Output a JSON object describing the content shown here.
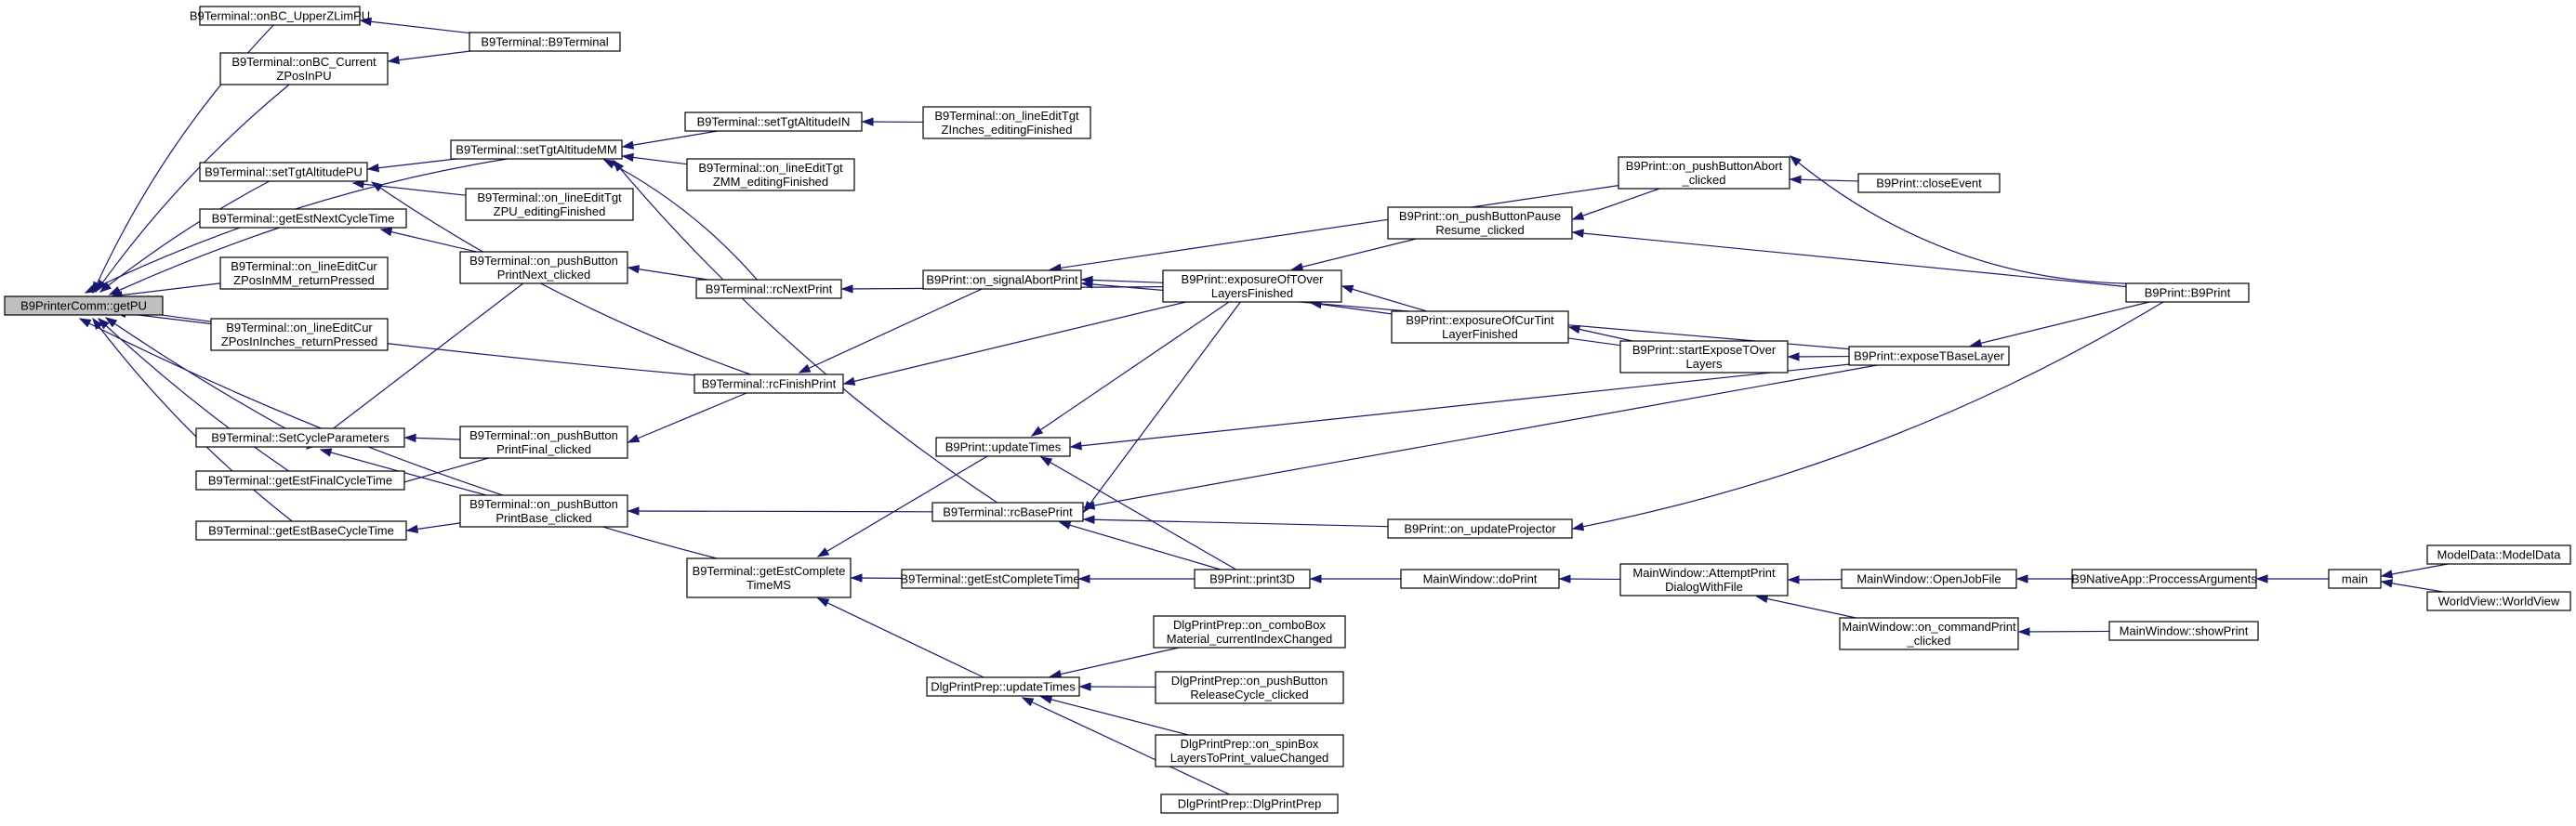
{
  "colors": {
    "node_fill": "#ffffff",
    "root_fill": "#bfbfbf",
    "border": "#000000",
    "edge": "#191970"
  },
  "nodes": [
    {
      "id": "getPU",
      "lines": [
        "B9PrinterComm::getPU"
      ],
      "root": true
    },
    {
      "id": "onBCUpper",
      "lines": [
        "B9Terminal::onBC_UpperZLimPU"
      ]
    },
    {
      "id": "b9terminal",
      "lines": [
        "B9Terminal::B9Terminal"
      ]
    },
    {
      "id": "onBCCurrent",
      "lines": [
        "B9Terminal::onBC_Current",
        "ZPosInPU"
      ]
    },
    {
      "id": "setTgtPU",
      "lines": [
        "B9Terminal::setTgtAltitudePU"
      ]
    },
    {
      "id": "setTgtMM",
      "lines": [
        "B9Terminal::setTgtAltitudeMM"
      ]
    },
    {
      "id": "setTgtIN",
      "lines": [
        "B9Terminal::setTgtAltitudeIN"
      ]
    },
    {
      "id": "onLineTgtIn",
      "lines": [
        "B9Terminal::on_lineEditTgt",
        "ZInches_editingFinished"
      ]
    },
    {
      "id": "onLineTgtMM",
      "lines": [
        "B9Terminal::on_lineEditTgt",
        "ZMM_editingFinished"
      ]
    },
    {
      "id": "onLineTgtPU",
      "lines": [
        "B9Terminal::on_lineEditTgt",
        "ZPU_editingFinished"
      ]
    },
    {
      "id": "getEstNext",
      "lines": [
        "B9Terminal::getEstNextCycleTime"
      ]
    },
    {
      "id": "onLineCurMM",
      "lines": [
        "B9Terminal::on_lineEditCur",
        "ZPosInMM_returnPressed"
      ]
    },
    {
      "id": "onLineCurIn",
      "lines": [
        "B9Terminal::on_lineEditCur",
        "ZPosInInches_returnPressed"
      ]
    },
    {
      "id": "pbNext",
      "lines": [
        "B9Terminal::on_pushButton",
        "PrintNext_clicked"
      ]
    },
    {
      "id": "rcNext",
      "lines": [
        "B9Terminal::rcNextPrint"
      ]
    },
    {
      "id": "rcFinish",
      "lines": [
        "B9Terminal::rcFinishPrint"
      ]
    },
    {
      "id": "setCycle",
      "lines": [
        "B9Terminal::SetCycleParameters"
      ]
    },
    {
      "id": "pbFinal",
      "lines": [
        "B9Terminal::on_pushButton",
        "PrintFinal_clicked"
      ]
    },
    {
      "id": "getEstFinal",
      "lines": [
        "B9Terminal::getEstFinalCycleTime"
      ]
    },
    {
      "id": "getEstBase",
      "lines": [
        "B9Terminal::getEstBaseCycleTime"
      ]
    },
    {
      "id": "pbBase",
      "lines": [
        "B9Terminal::on_pushButton",
        "PrintBase_clicked"
      ]
    },
    {
      "id": "rcBase",
      "lines": [
        "B9Terminal::rcBasePrint"
      ]
    },
    {
      "id": "getEstMS",
      "lines": [
        "B9Terminal::getEstComplete",
        "TimeMS"
      ]
    },
    {
      "id": "getEstComplete",
      "lines": [
        "B9Terminal::getEstCompleteTime"
      ]
    },
    {
      "id": "signalAbort",
      "lines": [
        "B9Print::on_signalAbortPrint"
      ]
    },
    {
      "id": "updTimes",
      "lines": [
        "B9Print::updateTimes"
      ]
    },
    {
      "id": "exposureOf",
      "lines": [
        "B9Print::exposureOfTOver",
        "LayersFinished"
      ]
    },
    {
      "id": "pbPause",
      "lines": [
        "B9Print::on_pushButtonPause",
        "Resume_clicked"
      ]
    },
    {
      "id": "pbAbort",
      "lines": [
        "B9Print::on_pushButtonAbort",
        "_clicked"
      ]
    },
    {
      "id": "closeEvt",
      "lines": [
        "B9Print::closeEvent"
      ]
    },
    {
      "id": "exposureCur",
      "lines": [
        "B9Print::exposureOfCurTint",
        "LayerFinished"
      ]
    },
    {
      "id": "startExpose",
      "lines": [
        "B9Print::startExposeTOver",
        "Layers"
      ]
    },
    {
      "id": "exposeBase",
      "lines": [
        "B9Print::exposeTBaseLayer"
      ]
    },
    {
      "id": "b9print",
      "lines": [
        "B9Print::B9Print"
      ]
    },
    {
      "id": "onUpdProj",
      "lines": [
        "B9Print::on_updateProjector"
      ]
    },
    {
      "id": "print3D",
      "lines": [
        "B9Print::print3D"
      ]
    },
    {
      "id": "doPrint",
      "lines": [
        "MainWindow::doPrint"
      ]
    },
    {
      "id": "attemptPrint",
      "lines": [
        "MainWindow::AttemptPrint",
        "DialogWithFile"
      ]
    },
    {
      "id": "openJob",
      "lines": [
        "MainWindow::OpenJobFile"
      ]
    },
    {
      "id": "process",
      "lines": [
        "B9NativeApp::ProccessArguments"
      ]
    },
    {
      "id": "main",
      "lines": [
        "main"
      ]
    },
    {
      "id": "modelData",
      "lines": [
        "ModelData::ModelData"
      ]
    },
    {
      "id": "worldView",
      "lines": [
        "WorldView::WorldView"
      ]
    },
    {
      "id": "cmdPrint",
      "lines": [
        "MainWindow::on_commandPrint",
        "_clicked"
      ]
    },
    {
      "id": "showPrint",
      "lines": [
        "MainWindow::showPrint"
      ]
    },
    {
      "id": "dlgUpd",
      "lines": [
        "DlgPrintPrep::updateTimes"
      ]
    },
    {
      "id": "dlgCombo",
      "lines": [
        "DlgPrintPrep::on_comboBox",
        "Material_currentIndexChanged"
      ]
    },
    {
      "id": "dlgRelease",
      "lines": [
        "DlgPrintPrep::on_pushButton",
        "ReleaseCycle_clicked"
      ]
    },
    {
      "id": "dlgSpin",
      "lines": [
        "DlgPrintPrep::on_spinBox",
        "LayersToPrint_valueChanged"
      ]
    },
    {
      "id": "dlgCtor",
      "lines": [
        "DlgPrintPrep::DlgPrintPrep"
      ]
    }
  ]
}
